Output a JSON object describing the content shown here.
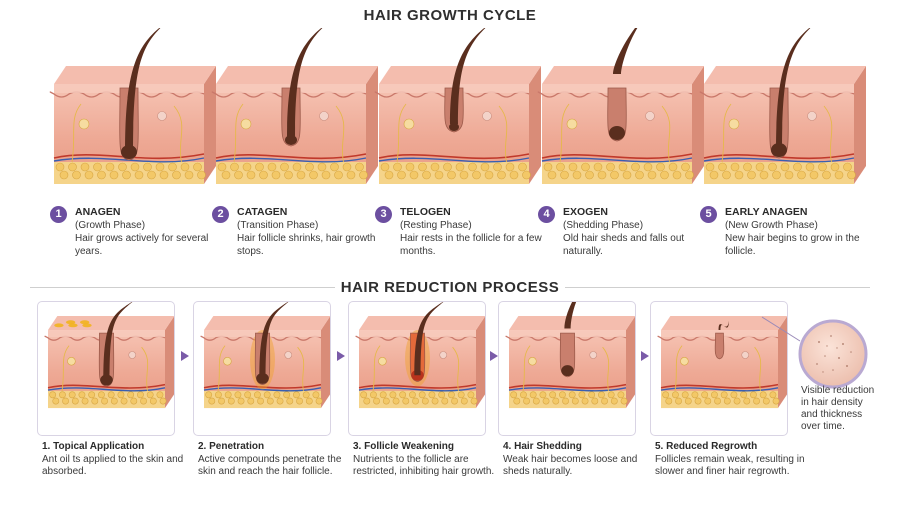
{
  "growth_cycle": {
    "title": "HAIR GROWTH CYCLE",
    "stages": [
      {
        "number": "1",
        "title": "ANAGEN",
        "phase": "(Growth Phase)",
        "description": "Hair grows actively for several years."
      },
      {
        "number": "2",
        "title": "CATAGEN",
        "phase": "(Transition Phase)",
        "description": "Hair follicle shrinks, hair growth stops."
      },
      {
        "number": "3",
        "title": "TELOGEN",
        "phase": "(Resting Phase)",
        "description": "Hair rests in the follicle for a few months."
      },
      {
        "number": "4",
        "title": "EXOGEN",
        "phase": "(Shedding Phase)",
        "description": "Old hair sheds and falls out naturally."
      },
      {
        "number": "5",
        "title": "EARLY ANAGEN",
        "phase": "(New Growth Phase)",
        "description": "New hair begins to grow in the follicle."
      }
    ]
  },
  "reduction_process": {
    "title": "HAIR REDUCTION PROCESS",
    "steps": [
      {
        "title": "1. Topical Application",
        "description": "Ant oil ts applied to the skin and absorbed."
      },
      {
        "title": "2. Penetration",
        "description": "Active compounds penetrate the skin and reach the hair follicle."
      },
      {
        "title": "3. Follicle Weakening",
        "description": "Nutrients to the follicle are restricted, inhibiting hair growth."
      },
      {
        "title": "4. Hair Shedding",
        "description": "Weak hair becomes loose and sheds naturally."
      },
      {
        "title": "5. Reduced Regrowth",
        "description": "Follicles remain weak, resulting in slower and finer hair regrowth."
      }
    ],
    "result_note": "Visible reduction in hair density and thickness over time."
  },
  "colors": {
    "accent": "#6c4fa0",
    "skin_top": "#f2b9a8",
    "skin_side": "#eba290",
    "fat": "#f3c867",
    "hair": "#5a2e1e",
    "glow": "#f0a22a"
  }
}
